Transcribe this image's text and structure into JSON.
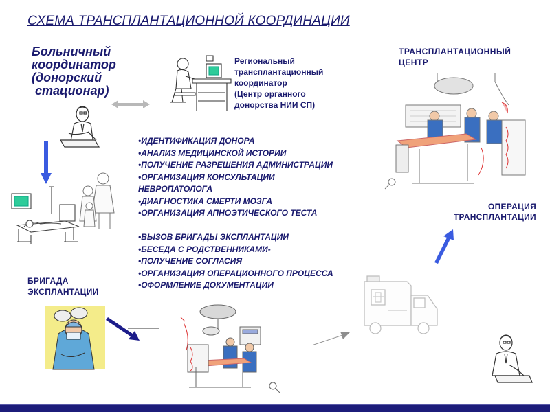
{
  "title": "СХЕМА ТРАНСПЛАНТАЦИОННОЙ КООРДИНАЦИИ",
  "hospital_coordinator": {
    "line1": "Больничный",
    "line2": "координатор",
    "line3": "(донорский",
    "line4": " стационар)"
  },
  "regional_coordinator": {
    "line1": "Региональный",
    "line2": "трансплантационный",
    "line3": "координатор",
    "line4": "(Центр органного",
    "line5": "донорства НИИ СП)"
  },
  "transplant_center": {
    "line1": "ТРАНСПЛАНТАЦИОННЫЙ",
    "line2": "ЦЕНТР"
  },
  "operation": {
    "line1": "ОПЕРАЦИЯ",
    "line2": "ТРАНСПЛАНТАЦИИ"
  },
  "brigade": {
    "line1": "БРИГАДА",
    "line2": "ЭКСПЛАНТАЦИИ"
  },
  "tasks_group1": [
    "•ИДЕНТИФИКАЦИЯ  ДОНОРА",
    "•АНАЛИЗ МЕДИЦИНСКОЙ ИСТОРИИ",
    "•ПОЛУЧЕНИЕ РАЗРЕШЕНИЯ  АДМИНИСТРАЦИИ",
    "•ОРГАНИЗАЦИЯ  КОНСУЛЬТАЦИИ",
    "НЕВРОПАТОЛОГА",
    "•ДИАГНОСТИКА СМЕРТИ МОЗГА",
    "•ОРГАНИЗАЦИЯ  АПНОЭТИЧЕСКОГО  ТЕСТА"
  ],
  "tasks_group2": [
    "•ВЫЗОВ БРИГАДЫ ЭКСПЛАНТАЦИИ",
    "•БЕСЕДА С РОДСТВЕННИКАМИ-",
    "•ПОЛУЧЕНИЕ СОГЛАСИЯ",
    "•ОРГАНИЗАЦИЯ  ОПЕРАЦИОННОГО  ПРОЦЕССА",
    "•ОФОРМЛЕНИЕ ДОКУМЕНТАЦИИ"
  ],
  "colors": {
    "text": "#1a1a6e",
    "arrow_blue": "#3a5be0",
    "arrow_navy": "#1c1c8a",
    "arrow_gray": "#999999",
    "bottom_bar": "#1c1c7a"
  },
  "icons": {
    "hospital_coordinator": "doctor-writing-icon",
    "regional_coordinator": "person-at-computer-icon",
    "family": "family-icon",
    "icu_bed": "hospital-bed-icon",
    "surgeon": "surgeon-icon",
    "operating_room": "operating-room-icon",
    "ambulance": "ambulance-icon",
    "transplant_room": "transplant-room-icon",
    "doctor_right": "doctor-writing-icon"
  }
}
